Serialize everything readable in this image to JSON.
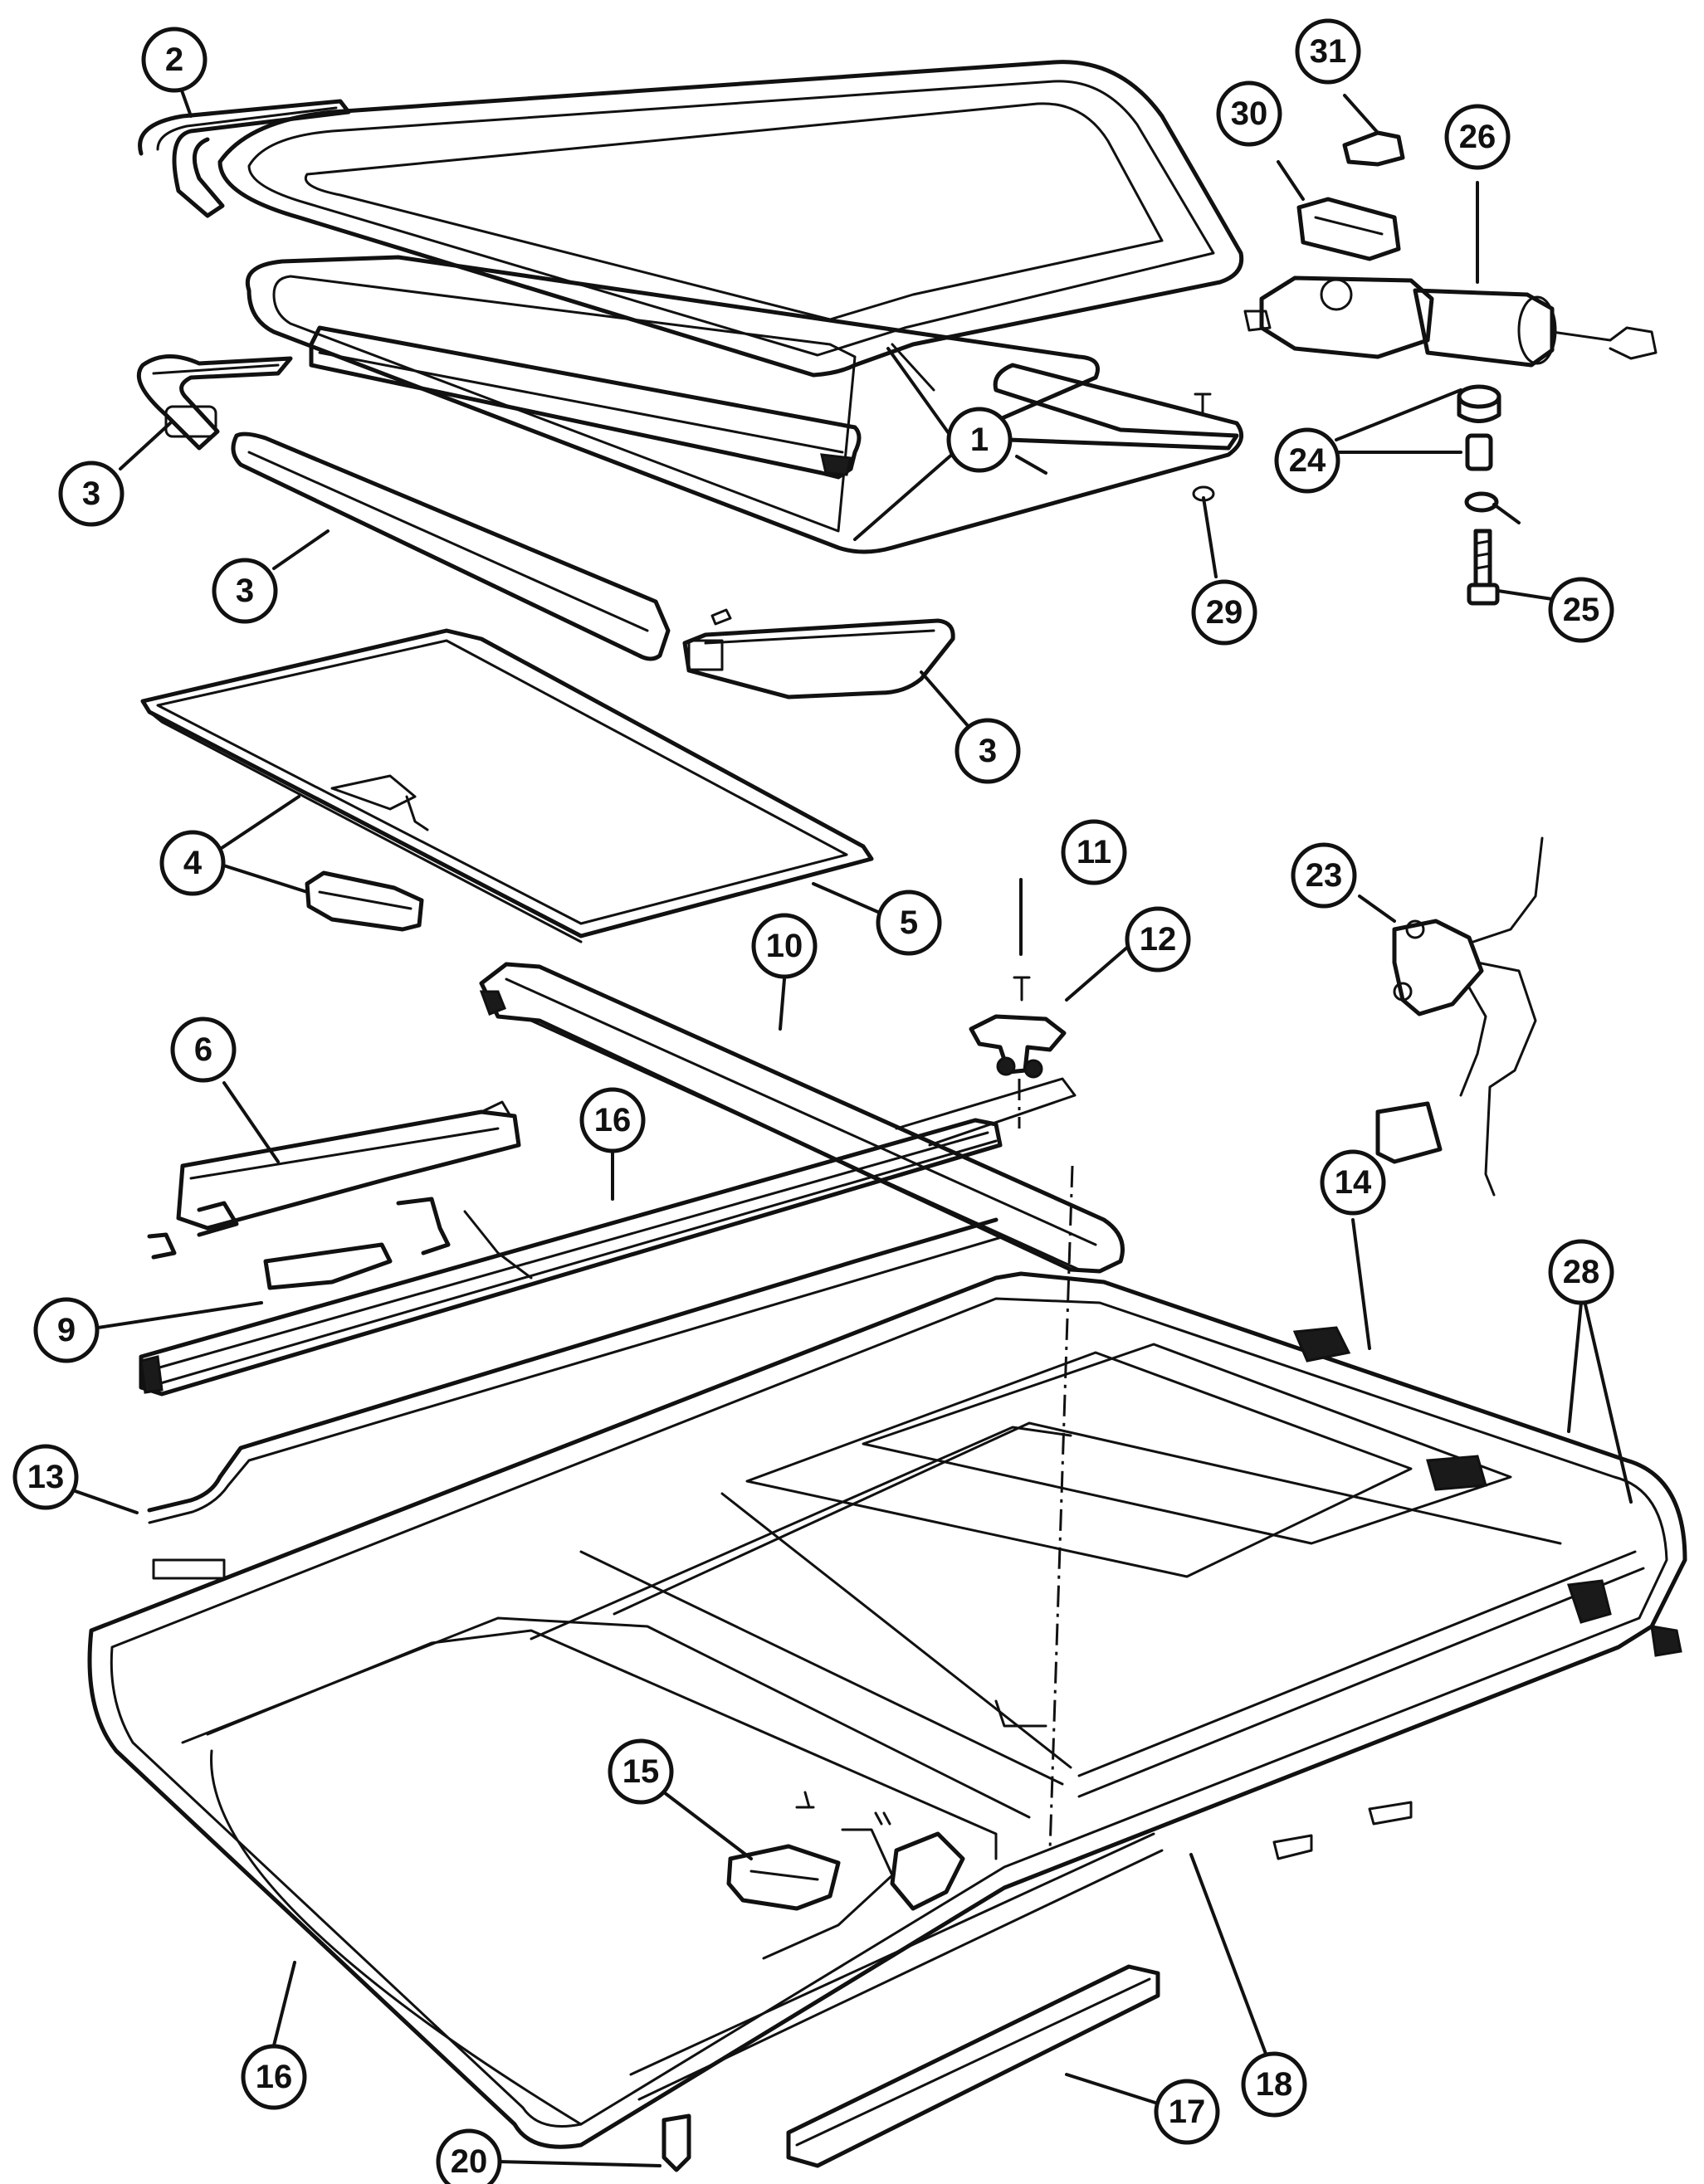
{
  "callouts": [
    {
      "id": "c2",
      "label": "2"
    },
    {
      "id": "c31",
      "label": "31"
    },
    {
      "id": "c30",
      "label": "30"
    },
    {
      "id": "c26",
      "label": "26"
    },
    {
      "id": "c1",
      "label": "1"
    },
    {
      "id": "c24",
      "label": "24"
    },
    {
      "id": "c3a",
      "label": "3"
    },
    {
      "id": "c3b",
      "label": "3"
    },
    {
      "id": "c29",
      "label": "29"
    },
    {
      "id": "c25",
      "label": "25"
    },
    {
      "id": "c3c",
      "label": "3"
    },
    {
      "id": "c4",
      "label": "4"
    },
    {
      "id": "c11",
      "label": "11"
    },
    {
      "id": "c23",
      "label": "23"
    },
    {
      "id": "c12",
      "label": "12"
    },
    {
      "id": "c5",
      "label": "5"
    },
    {
      "id": "c10",
      "label": "10"
    },
    {
      "id": "c6",
      "label": "6"
    },
    {
      "id": "c16a",
      "label": "16"
    },
    {
      "id": "c14",
      "label": "14"
    },
    {
      "id": "c28",
      "label": "28"
    },
    {
      "id": "c9",
      "label": "9"
    },
    {
      "id": "c13",
      "label": "13"
    },
    {
      "id": "c15",
      "label": "15"
    },
    {
      "id": "c18",
      "label": "18"
    },
    {
      "id": "c16b",
      "label": "16"
    },
    {
      "id": "c17",
      "label": "17"
    },
    {
      "id": "c20",
      "label": "20"
    }
  ]
}
